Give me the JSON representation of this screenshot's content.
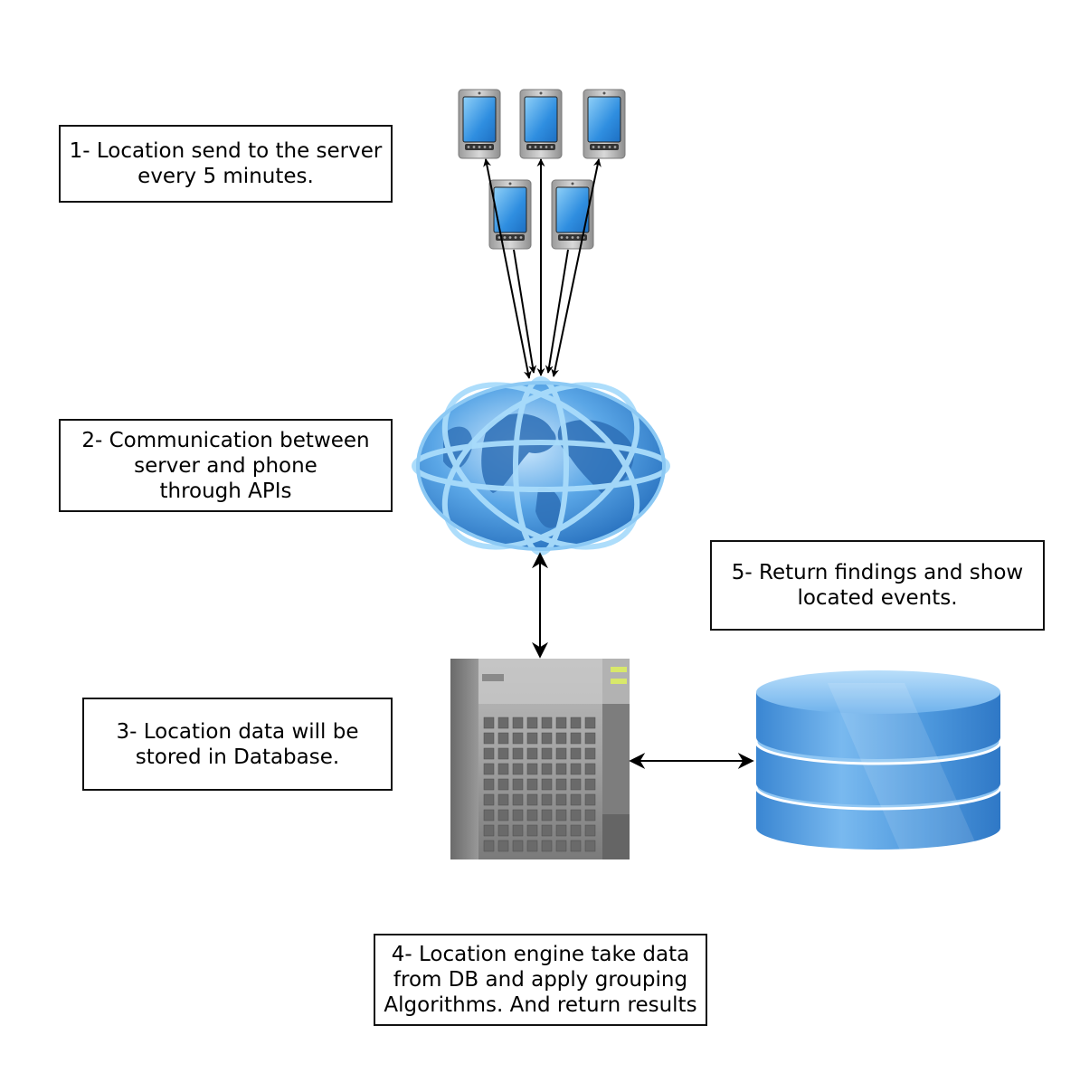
{
  "colors": {
    "line": "#000000",
    "box_border": "#111111",
    "globe_blue": "#3f8fd8",
    "globe_light": "#9fd0f6",
    "db_blue": "#4a97dc",
    "db_light": "#a7d3f7",
    "server_gray": "#8c8c8c",
    "led_green": "#d8e86a"
  },
  "icons": {
    "phones": "smartphone-icon",
    "network": "globe-icon",
    "server": "server-icon",
    "database": "database-icon"
  },
  "steps": [
    {
      "lines": [
        "1- Location send to the server",
        "every 5 minutes."
      ]
    },
    {
      "lines": [
        "2- Communication between",
        "server and phone",
        "through APIs"
      ]
    },
    {
      "lines": [
        "3- Location data will be",
        "stored in Database."
      ]
    },
    {
      "lines": [
        "4- Location engine take data",
        "from DB and apply grouping",
        "Algorithms. And return results"
      ]
    },
    {
      "lines": [
        "5- Return findings and show",
        "located events."
      ]
    }
  ]
}
